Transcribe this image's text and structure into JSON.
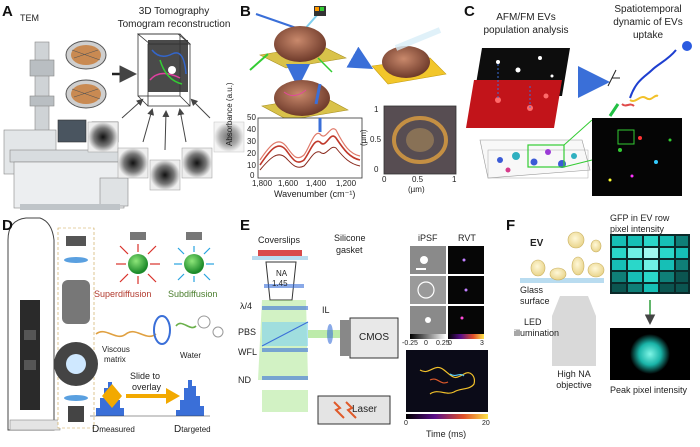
{
  "panels": {
    "A": {
      "letter": "A",
      "tem": "TEM",
      "title_1": "3D Tomography",
      "title_2": "Tomogram reconstruction"
    },
    "B": {
      "letter": "B",
      "ylabel": "Absorbance (a.u.)",
      "xlabel": "Wavenumber (cm⁻¹)",
      "xticks": [
        "1,800",
        "1,600",
        "1,400",
        "1,200"
      ],
      "yticks": [
        "50",
        "40",
        "30",
        "20",
        "10",
        "0"
      ],
      "map_ylabel": "(µm)",
      "map_xlabel": "(µm)",
      "map_xticks": [
        "0",
        "0.5",
        "1"
      ],
      "map_yticks": [
        "1",
        "0.5",
        "0"
      ]
    },
    "C": {
      "letter": "C",
      "afm_1": "AFM/FM EVs",
      "afm_2": "population analysis",
      "spatio_1": "Spatiotemporal",
      "spatio_2": "dynamic of EVs",
      "spatio_3": "uptake"
    },
    "D": {
      "letter": "D",
      "superdiffusion": "Superdiffusion",
      "subdiffusion": "Subdiffusion",
      "viscous_1": "Viscous",
      "viscous_2": "matrix",
      "water": "Water",
      "slide_1": "Slide to",
      "slide_2": "overlay",
      "d_measured": "D",
      "d_measured_sub": "measured",
      "d_targeted": "D",
      "d_targeted_sub": "targeted"
    },
    "E": {
      "letter": "E",
      "coverslips": "Coverslips",
      "silicone_1": "Silicone",
      "silicone_2": "gasket",
      "na_1": "NA",
      "na_2": "1.45",
      "lambda4": "λ/4",
      "pbs": "PBS",
      "wfl": "WFL",
      "nd": "ND",
      "il": "IL",
      "cmos": "CMOS",
      "laser": "Laser",
      "ipsf": "iPSF",
      "rvt": "RVT",
      "cb1_min": "-0.25",
      "cb1_mid": "0",
      "cb1_max": "0.25",
      "cb2_min": "0",
      "cb2_max": "3",
      "time_label": "Time (ms)",
      "time_min": "0",
      "time_max": "20"
    },
    "F": {
      "letter": "F",
      "ev": "EV",
      "glass_1": "Glass",
      "glass_2": "surface",
      "led_1": "LED",
      "led_2": "illumination",
      "objective_1": "High NA",
      "objective_2": "objective",
      "gfp_1": "GFP  in  EV  row",
      "gfp_2": "pixel intensity",
      "peak": "Peak pixel intensity"
    }
  },
  "colors": {
    "accent_blue": "#3a6fd8",
    "spectrum_red": "#c0392b",
    "superdiffusion": "#b23a2e",
    "subdiffusion": "#4a7d2c",
    "ev_green": "#2e9e3a",
    "ev_glow": "#26c6c0",
    "arrow_orange": "#f2a900"
  }
}
